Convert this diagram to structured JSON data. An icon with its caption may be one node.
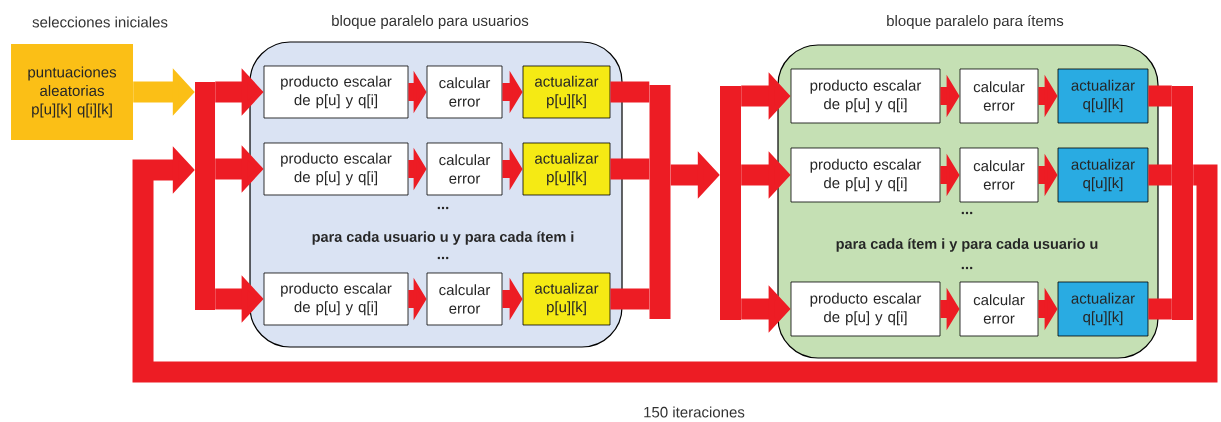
{
  "diagram": {
    "nodes": [
      {
        "text": [
          "selecciones iniciales",
          "puntuaciones aleatorias p[u][k] q[i][k]"
        ]
      },
      {
        "text": [],
        "shape": "bar"
      },
      {
        "text": [
          "bloque paralelo para usuarios",
          "...",
          "para cada usuario u y para cada ítem i",
          "..."
        ]
      },
      {
        "text": [
          "producto escalar de p[u] y q[i]"
        ],
        "in": 2
      },
      {
        "text": [
          "calcular error"
        ],
        "in": 2
      },
      {
        "text": [
          "actualizar p[u][k]"
        ],
        "in": 2
      },
      {
        "text": [
          "producto escalar de p[u] y q[i]"
        ],
        "in": 2
      },
      {
        "text": [
          "calcular error"
        ],
        "in": 2
      },
      {
        "text": [
          "actualizar p[u][k]"
        ],
        "in": 2
      },
      {
        "text": [
          "producto escalar de p[u] y q[i]"
        ],
        "in": 2
      },
      {
        "text": [
          "calcular error"
        ],
        "in": 2
      },
      {
        "text": [
          "actualizar p[u][k]"
        ],
        "in": 2
      },
      {
        "text": [],
        "shape": "bar"
      },
      {
        "text": [],
        "shape": "bar"
      },
      {
        "text": [
          "bloque paralelo para ítems",
          "...",
          "para cada ítem i y para cada usuario u",
          "..."
        ]
      },
      {
        "text": [
          "producto escalar de p[u] y q[i]"
        ],
        "in": 14
      },
      {
        "text": [
          "calcular error"
        ],
        "in": 14
      },
      {
        "text": [
          "actualizar q[u][k]"
        ],
        "in": 14
      },
      {
        "text": [
          "producto escalar de p[u] y q[i]"
        ],
        "in": 14
      },
      {
        "text": [
          "calcular error"
        ],
        "in": 14
      },
      {
        "text": [
          "actualizar q[u][k]"
        ],
        "in": 14
      },
      {
        "text": [
          "producto escalar de p[u] y q[i]"
        ],
        "in": 14
      },
      {
        "text": [
          "calcular error"
        ],
        "in": 14
      },
      {
        "text": [
          "actualizar q[u][k]"
        ],
        "in": 14
      },
      {
        "text": [],
        "shape": "bar"
      }
    ],
    "edges": [
      {
        "from": 0,
        "to": 1,
        "arrow": "to",
        "color": "#fbbf16"
      },
      {
        "from": 1,
        "to": 3,
        "arrow": "to"
      },
      {
        "from": 1,
        "to": 6,
        "arrow": "to"
      },
      {
        "from": 1,
        "to": 9,
        "arrow": "to"
      },
      {
        "from": 3,
        "to": 4,
        "arrow": "to"
      },
      {
        "from": 4,
        "to": 5,
        "arrow": "to"
      },
      {
        "from": 6,
        "to": 7,
        "arrow": "to"
      },
      {
        "from": 7,
        "to": 8,
        "arrow": "to"
      },
      {
        "from": 9,
        "to": 10,
        "arrow": "to"
      },
      {
        "from": 10,
        "to": 11,
        "arrow": "to"
      },
      {
        "from": 5,
        "to": 12,
        "arrow": "none"
      },
      {
        "from": 8,
        "to": 12,
        "arrow": "none"
      },
      {
        "from": 11,
        "to": 12,
        "arrow": "none"
      },
      {
        "from": 12,
        "to": 13,
        "arrow": "to"
      },
      {
        "from": 13,
        "to": 15,
        "arrow": "to"
      },
      {
        "from": 13,
        "to": 18,
        "arrow": "to"
      },
      {
        "from": 13,
        "to": 21,
        "arrow": "to"
      },
      {
        "from": 15,
        "to": 16,
        "arrow": "to"
      },
      {
        "from": 16,
        "to": 17,
        "arrow": "to"
      },
      {
        "from": 18,
        "to": 19,
        "arrow": "to"
      },
      {
        "from": 19,
        "to": 20,
        "arrow": "to"
      },
      {
        "from": 21,
        "to": 22,
        "arrow": "to"
      },
      {
        "from": 22,
        "to": 23,
        "arrow": "to"
      },
      {
        "from": 17,
        "to": 24,
        "arrow": "none"
      },
      {
        "from": 20,
        "to": 24,
        "arrow": "none"
      },
      {
        "from": 23,
        "to": 24,
        "arrow": "none"
      },
      {
        "from": 24,
        "to": 1,
        "arrow": "to"
      }
    ],
    "labels": [
      "150 iteraciones"
    ]
  }
}
